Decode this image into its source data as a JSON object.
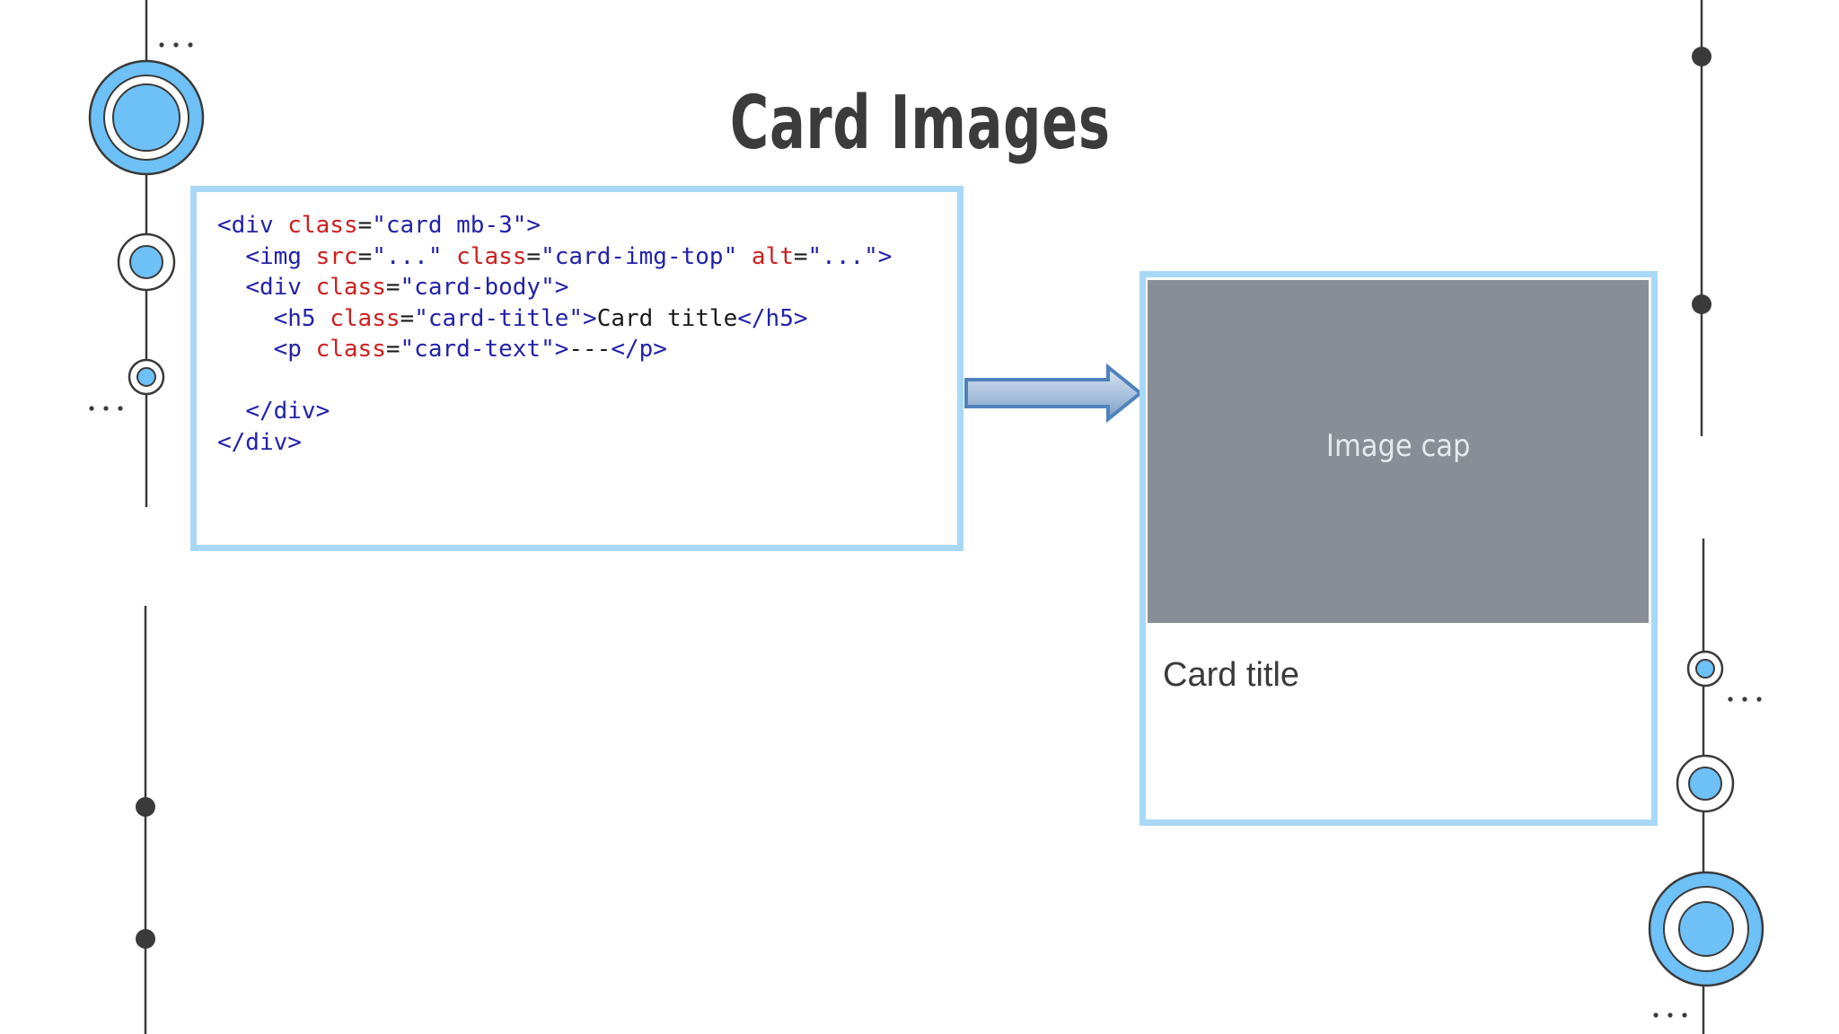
{
  "slide": {
    "title": "Card Images"
  },
  "code": {
    "lines": [
      [
        [
          "t",
          "<div "
        ],
        [
          "a",
          "class"
        ],
        [
          "p",
          "="
        ],
        [
          "v",
          "\"card mb-3\""
        ],
        [
          "t",
          ">"
        ]
      ],
      [
        [
          "p",
          "  "
        ],
        [
          "t",
          "<img "
        ],
        [
          "a",
          "src"
        ],
        [
          "p",
          "="
        ],
        [
          "v",
          "\"...\" "
        ],
        [
          "a",
          "class"
        ],
        [
          "p",
          "="
        ],
        [
          "v",
          "\"card-img-top\" "
        ],
        [
          "a",
          "alt"
        ],
        [
          "p",
          "="
        ],
        [
          "v",
          "\"...\""
        ],
        [
          "t",
          ">"
        ]
      ],
      [
        [
          "p",
          "  "
        ],
        [
          "t",
          "<div "
        ],
        [
          "a",
          "class"
        ],
        [
          "p",
          "="
        ],
        [
          "v",
          "\"card-body\""
        ],
        [
          "t",
          ">"
        ]
      ],
      [
        [
          "p",
          "    "
        ],
        [
          "t",
          "<h5 "
        ],
        [
          "a",
          "class"
        ],
        [
          "p",
          "="
        ],
        [
          "v",
          "\"card-title\""
        ],
        [
          "t",
          ">"
        ],
        [
          "p",
          "Card title"
        ],
        [
          "t",
          "</h5>"
        ]
      ],
      [
        [
          "p",
          "    "
        ],
        [
          "t",
          "<p "
        ],
        [
          "a",
          "class"
        ],
        [
          "p",
          "="
        ],
        [
          "v",
          "\"card-text\""
        ],
        [
          "t",
          ">"
        ],
        [
          "p",
          "---"
        ],
        [
          "t",
          "</p>"
        ]
      ],
      [],
      [
        [
          "p",
          "  "
        ],
        [
          "t",
          "</div>"
        ]
      ],
      [
        [
          "t",
          "</div>"
        ]
      ]
    ]
  },
  "card": {
    "image_cap": "Image cap",
    "title": "Card title"
  },
  "colors": {
    "accent_blue": "#6ec1f7",
    "box_border": "#a8d8f6",
    "line_dark": "#3a3a3a",
    "image_gray": "#888d96"
  }
}
